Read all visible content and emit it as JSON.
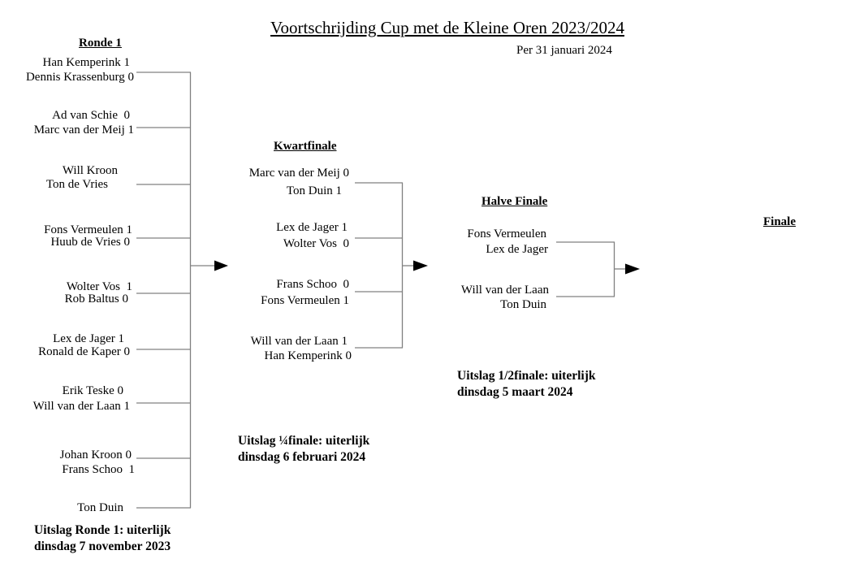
{
  "page": {
    "title": "Voortschrijding Cup met de Kleine Oren 2023/2024",
    "subtitle": "Per 31 januari 2024"
  },
  "colors": {
    "bracket_line": "#808080",
    "arrow_head": "#000000",
    "text": "#000000",
    "background": "#ffffff"
  },
  "icons": {
    "advance_arrow": "arrow-right"
  },
  "rounds": {
    "ronde1": {
      "header": "Ronde 1",
      "entries": [
        "Han Kemperink 1",
        "Dennis Krassenburg 0",
        "Ad van Schie  0",
        "Marc van der Meij 1",
        "Will Kroon",
        "Ton de Vries",
        "Fons Vermeulen 1",
        "Huub de Vries 0",
        "Wolter Vos  1",
        "Rob Baltus 0",
        "Lex de Jager 1",
        "Ronald de Kaper 0",
        "Erik Teske 0",
        "Will van der Laan 1",
        "Johan Kroon 0",
        "Frans Schoo  1",
        "Ton Duin"
      ],
      "deadline": "Uitslag Ronde 1: uiterlijk\ndinsdag 7 november 2023"
    },
    "kwartfinale": {
      "header": "Kwartfinale",
      "entries": [
        "Marc van der Meij 0",
        "Ton Duin 1",
        "Lex de Jager 1",
        "Wolter Vos  0",
        "Frans Schoo  0",
        "Fons Vermeulen 1",
        "Will van der Laan 1",
        "Han Kemperink 0"
      ],
      "deadline": "Uitslag ¼finale: uiterlijk\ndinsdag 6 februari 2024"
    },
    "halve_finale": {
      "header": "Halve Finale",
      "entries": [
        "Fons Vermeulen",
        "Lex de Jager",
        "Will van der Laan",
        "Ton Duin"
      ],
      "deadline": "Uitslag 1/2finale: uiterlijk\ndinsdag 5 maart 2024"
    },
    "finale": {
      "header": "Finale"
    }
  }
}
